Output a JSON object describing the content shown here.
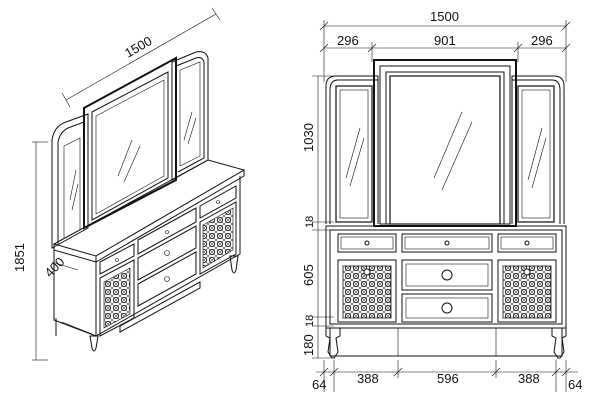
{
  "iso": {
    "width_label": "1500",
    "height_label": "1851",
    "depth_label": "400"
  },
  "front": {
    "overall_width": "1500",
    "top_left": "296",
    "top_center": "901",
    "top_right": "296",
    "mirror_height": "1030",
    "gap_upper": "18",
    "cabinet_height": "605",
    "gap_lower": "18",
    "leg_height": "180",
    "bottom_left_edge": "64",
    "bottom_left": "388",
    "bottom_center": "596",
    "bottom_right": "388",
    "bottom_right_edge": "64"
  }
}
